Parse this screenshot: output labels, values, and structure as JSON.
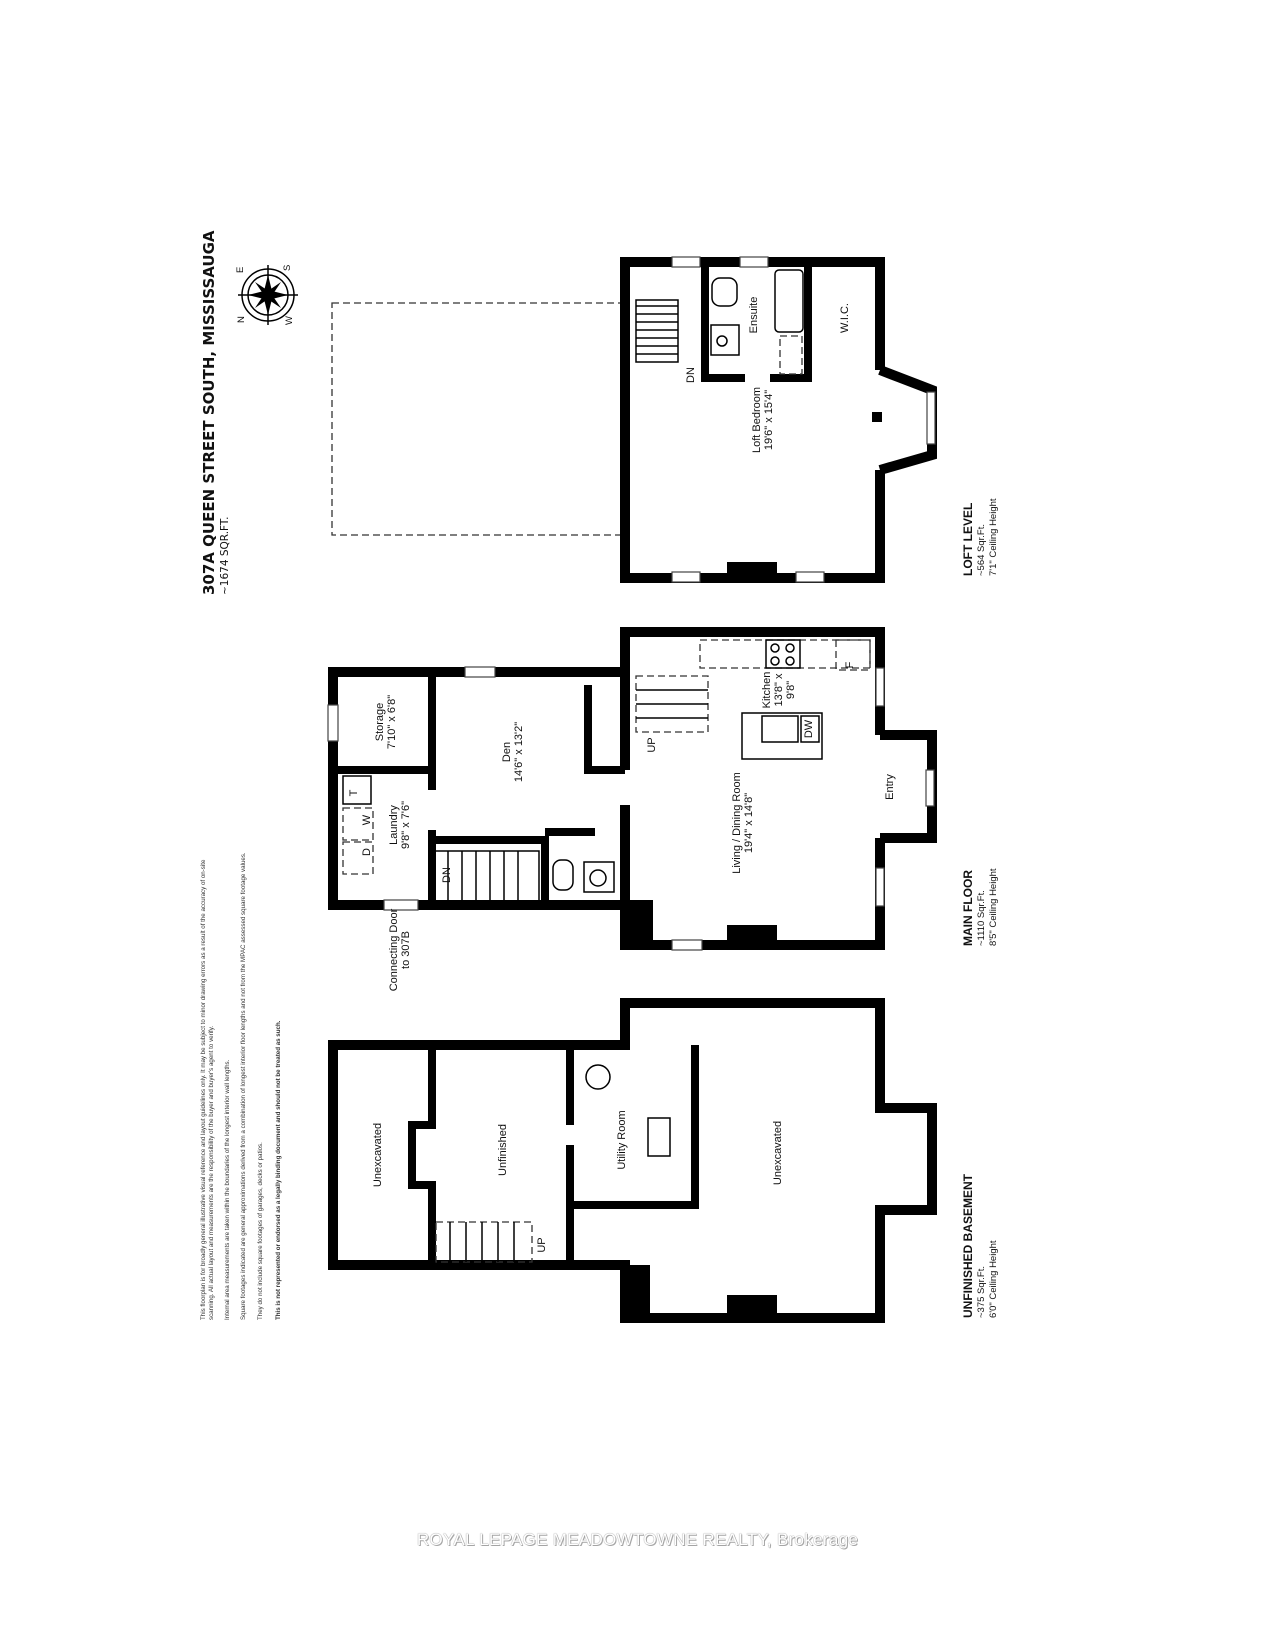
{
  "header": {
    "title": "307A QUEEN STREET SOUTH, MISSISSAUGA",
    "total_area": "~1674 SQR.FT."
  },
  "compass": {
    "icon": "compass-rose-icon",
    "labels": [
      "N",
      "E",
      "S",
      "W"
    ]
  },
  "disclaimer": [
    "This floorplan is for broadly general illustrative visual reference and layout guidelines only.  It may be subject to minor drawing errors as a result of the accuracy of on-site",
    "scanning.  All actual layout and measurements are the responsibility of the buyer and buyer's agent to verify.",
    "Internal area measurements are taken within the boundaries of the longest interior wall lengths.",
    "Square footages indicated are general approximations derived from a combination of longest interior floor lengths and not from the MPAC assessed square footage values.",
    "They do not include square footages of garages, decks or patios.",
    "This is not represented or endorsed as a legally binding document and should not be treated as such."
  ],
  "levels": [
    {
      "name": "LOFT LEVEL",
      "area": "~564 Sqr.Ft.",
      "ceiling": "7'1\" Ceiling Height"
    },
    {
      "name": "MAIN FLOOR",
      "area": "~1110 Sqr.Ft.",
      "ceiling": "8'5\" Ceiling Height"
    },
    {
      "name": "UNFINISHED BASEMENT",
      "area": "~375 Sqr.Ft.",
      "ceiling": "6'0\" Ceiling Height"
    }
  ],
  "rooms": {
    "loft_bedroom": {
      "name": "Loft Bedroom",
      "dims": "19'6\" x 15'4\""
    },
    "ensuite": {
      "name": "Ensuite"
    },
    "wic": {
      "name": "W.I.C."
    },
    "kitchen": {
      "name": "Kitchen",
      "dims1": "13'8\" x",
      "dims2": "9'8\""
    },
    "living": {
      "name": "Living / Dining Room",
      "dims": "19'4\" x 14'8\""
    },
    "entry": {
      "name": "Entry"
    },
    "den": {
      "name": "Den",
      "dims": "14'6\" x 13'2\""
    },
    "storage": {
      "name": "Storage",
      "dims": "7'10\" x 6'8\""
    },
    "laundry": {
      "name": "Laundry",
      "dims": "9'8\" x 7'6\""
    },
    "connecting": {
      "line1": "Connecting Door",
      "line2": "to 307B"
    },
    "unexcavated_left": {
      "name": "Unexcavated"
    },
    "unfinished": {
      "name": "Unfinished"
    },
    "utility": {
      "name": "Utility Room"
    },
    "unexcavated_right": {
      "name": "Unexcavated"
    }
  },
  "marks": {
    "dn": "DN",
    "up": "UP",
    "dw": "DW",
    "fridge": "F",
    "washer": "W",
    "dryer": "D",
    "tub": "T"
  },
  "watermark": "ROYAL LEPAGE MEADOWTOWNE REALTY, Brokerage"
}
